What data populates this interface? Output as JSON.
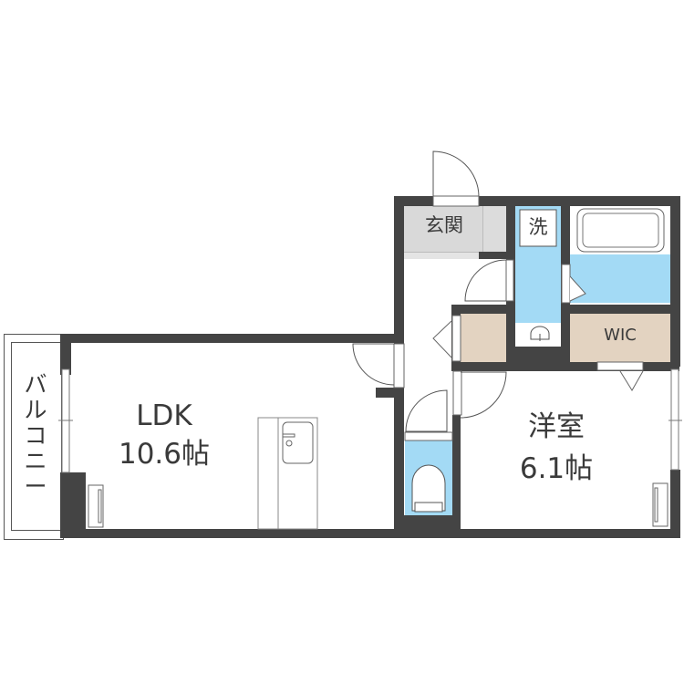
{
  "floorplan": {
    "rooms": {
      "ldk": {
        "name": "LDK",
        "size": "10.6帖"
      },
      "western_room": {
        "name": "洋室",
        "size": "6.1帖"
      },
      "entrance": {
        "name": "玄関"
      },
      "washroom": {
        "name": "洗"
      },
      "wic": {
        "name": "WIC"
      },
      "balcony": {
        "name": "バルコニー"
      }
    },
    "colors": {
      "wall": "#444444",
      "wet_area": "#a3daf5",
      "storage": "#e3d3c1",
      "entrance": "#d9d9d9"
    }
  }
}
